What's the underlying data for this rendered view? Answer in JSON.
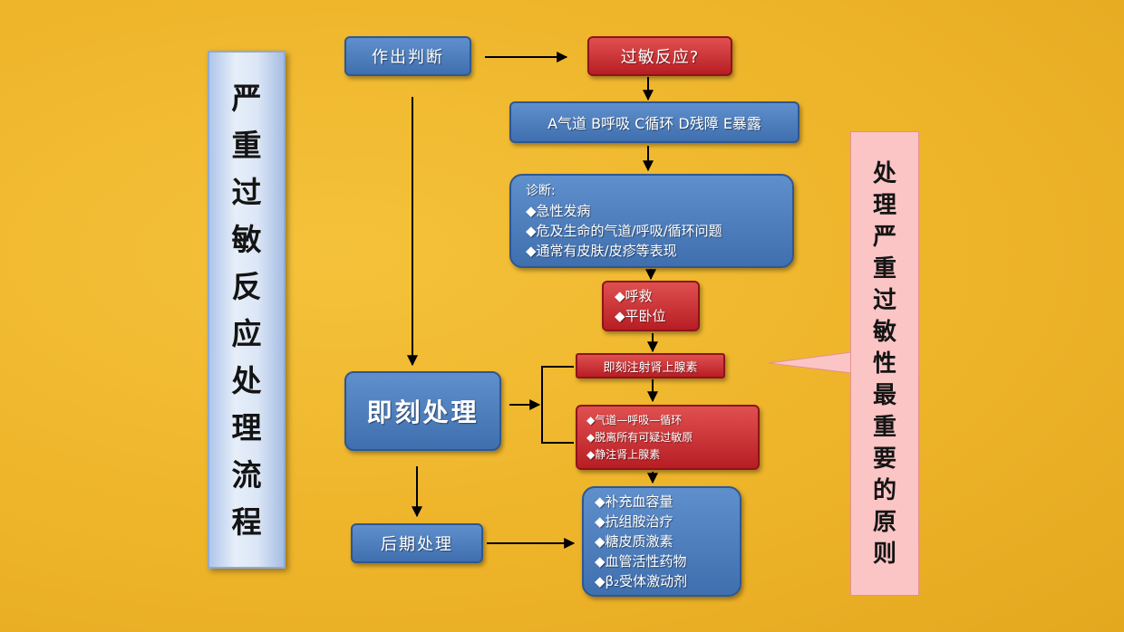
{
  "left_title": "严重过敏反应处理流程",
  "right_title": "处理严重过敏性最重要的原则",
  "nodes": {
    "judge": "作出判断",
    "allergy": "过敏反应?",
    "abcde": "A气道 B呼吸 C循环 D残障 E暴露",
    "diagnosis": {
      "heading": "诊断:",
      "items": [
        "◆急性发病",
        "◆危及生命的气道/呼吸/循环问题",
        "◆通常有皮肤/皮疹等表现"
      ]
    },
    "call_help": [
      "◆呼救",
      "◆平卧位"
    ],
    "inject": "即刻注射肾上腺素",
    "airway": [
      "◆气道—呼吸—循环",
      "◆脱离所有可疑过敏原",
      "◆静注肾上腺素"
    ],
    "later_items": [
      "◆补充血容量",
      "◆抗组胺治疗",
      "◆糖皮质激素",
      "◆血管活性药物",
      "◆β₂受体激动剂"
    ],
    "immediate": "即刻处理",
    "later": "后期处理"
  },
  "colors": {
    "background": "#eeb42a",
    "blue_box": "#4a7bbb",
    "red_box": "#c62a2f",
    "callout": "#fbc5c5"
  }
}
